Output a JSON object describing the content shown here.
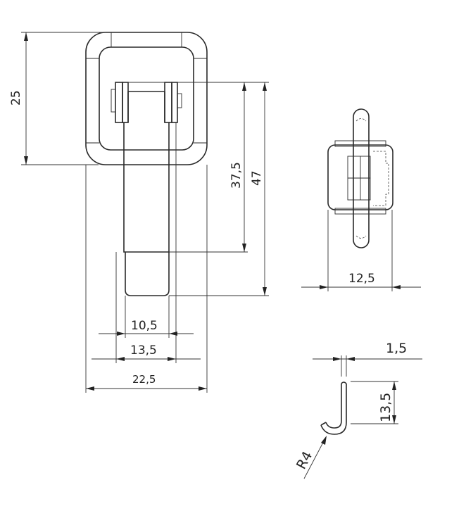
{
  "dimensions": {
    "frame_height": "25",
    "body_length": "37,5",
    "total_length": "47",
    "tongue_width": "10,5",
    "strap_width": "13,5",
    "frame_width": "22,5",
    "side_depth": "12,5",
    "thickness": "1,5",
    "hook_height": "13,5",
    "radius": "R4"
  }
}
